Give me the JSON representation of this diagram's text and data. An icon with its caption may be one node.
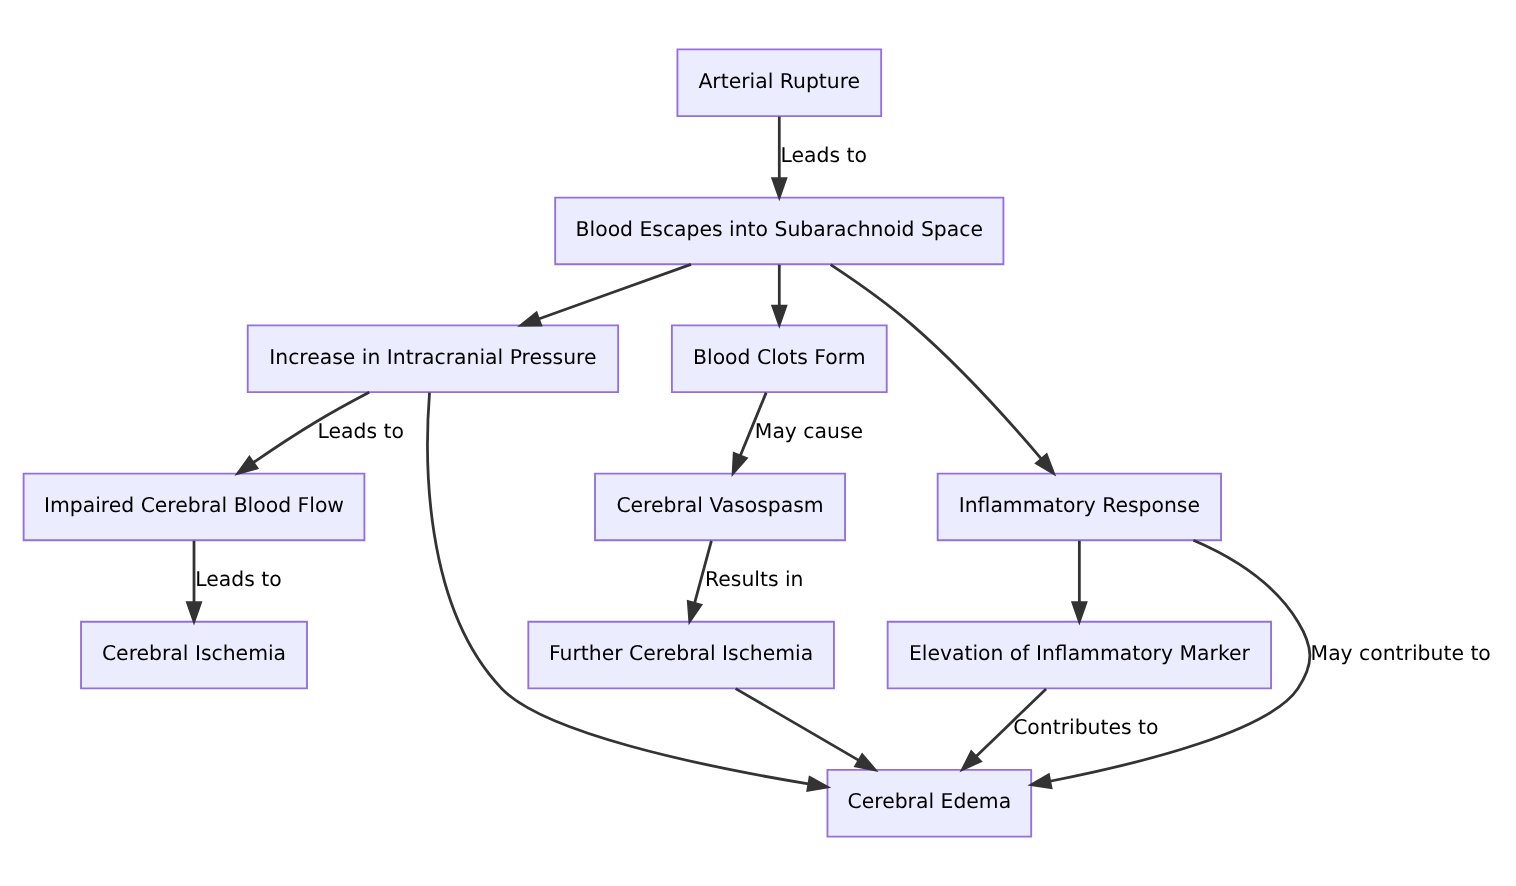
{
  "diagram": {
    "nodes": [
      {
        "text": [
          "Arterial Rupture"
        ]
      },
      {
        "text": [
          "Blood Escapes into Subarachnoid Space"
        ]
      },
      {
        "text": [
          "Increase in Intracranial Pressure"
        ]
      },
      {
        "text": [
          "Blood Clots Form"
        ]
      },
      {
        "text": [
          "Inflammatory Response"
        ]
      },
      {
        "text": [
          "Impaired Cerebral Blood Flow"
        ]
      },
      {
        "text": [
          "Cerebral Vasospasm"
        ]
      },
      {
        "text": [
          "Cerebral Ischemia"
        ]
      },
      {
        "text": [
          "Further Cerebral Ischemia"
        ]
      },
      {
        "text": [
          "Elevation of Inflammatory Marker"
        ]
      },
      {
        "text": [
          "Cerebral Edema"
        ]
      }
    ],
    "edges": [
      {
        "from": 0,
        "to": 1,
        "arrow": "to",
        "label": "Leads to"
      },
      {
        "from": 1,
        "to": 2,
        "arrow": "to"
      },
      {
        "from": 1,
        "to": 3,
        "arrow": "to"
      },
      {
        "from": 1,
        "to": 4,
        "arrow": "to"
      },
      {
        "from": 2,
        "to": 5,
        "arrow": "to",
        "label": "Leads to"
      },
      {
        "from": 2,
        "to": 10,
        "arrow": "to"
      },
      {
        "from": 3,
        "to": 6,
        "arrow": "to",
        "label": "May cause"
      },
      {
        "from": 5,
        "to": 7,
        "arrow": "to",
        "label": "Leads to"
      },
      {
        "from": 6,
        "to": 8,
        "arrow": "to",
        "label": "Results in"
      },
      {
        "from": 4,
        "to": 10,
        "arrow": "to",
        "label": "May contribute to"
      },
      {
        "from": 4,
        "to": 9,
        "arrow": "to"
      },
      {
        "from": 8,
        "to": 10,
        "arrow": "to"
      },
      {
        "from": 9,
        "to": 10,
        "arrow": "to",
        "label": "Contributes to"
      }
    ]
  }
}
